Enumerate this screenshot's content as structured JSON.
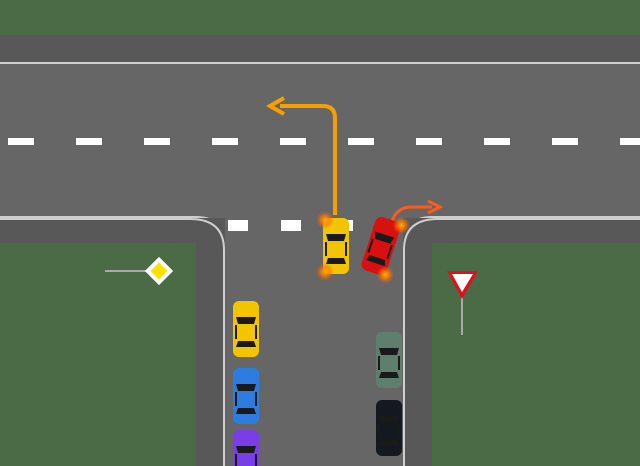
{
  "colors": {
    "grass": "#4b6a46",
    "sidewalk": "#585858",
    "road": "#666666",
    "marking": "#ffffff",
    "arrow_yellow_car": "#f5a000",
    "arrow_red_car": "#ff5a1e"
  },
  "signs": [
    {
      "icon": "priority-road-sign-icon",
      "color": "#ffe000"
    },
    {
      "icon": "yield-sign-icon",
      "color": "#e0101c"
    }
  ],
  "cars": [
    {
      "id": "yellow-car-turning-left",
      "color": "#f2c500",
      "indicator": "left"
    },
    {
      "id": "red-car-turning-right",
      "color": "#d81010",
      "indicator": "right"
    },
    {
      "id": "yellow-car-queue",
      "color": "#f2c500"
    },
    {
      "id": "blue-car-queue",
      "color": "#2d7de0"
    },
    {
      "id": "purple-car-queue",
      "color": "#7a3ee8"
    },
    {
      "id": "grey-green-car",
      "color": "#5f7f6e"
    },
    {
      "id": "black-car",
      "color": "#141820"
    }
  ]
}
